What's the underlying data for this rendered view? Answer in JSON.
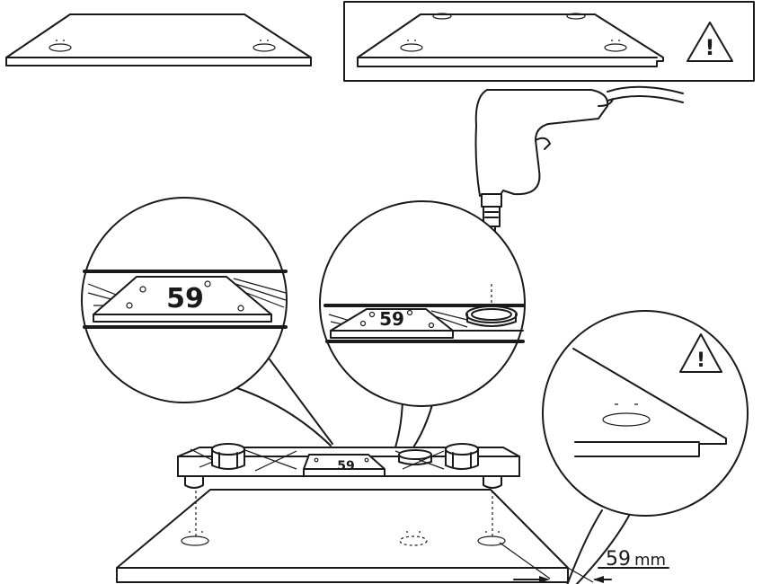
{
  "plate_marking": "59",
  "dimension": {
    "value": "59",
    "unit": "mm"
  },
  "warning_symbol": "!"
}
